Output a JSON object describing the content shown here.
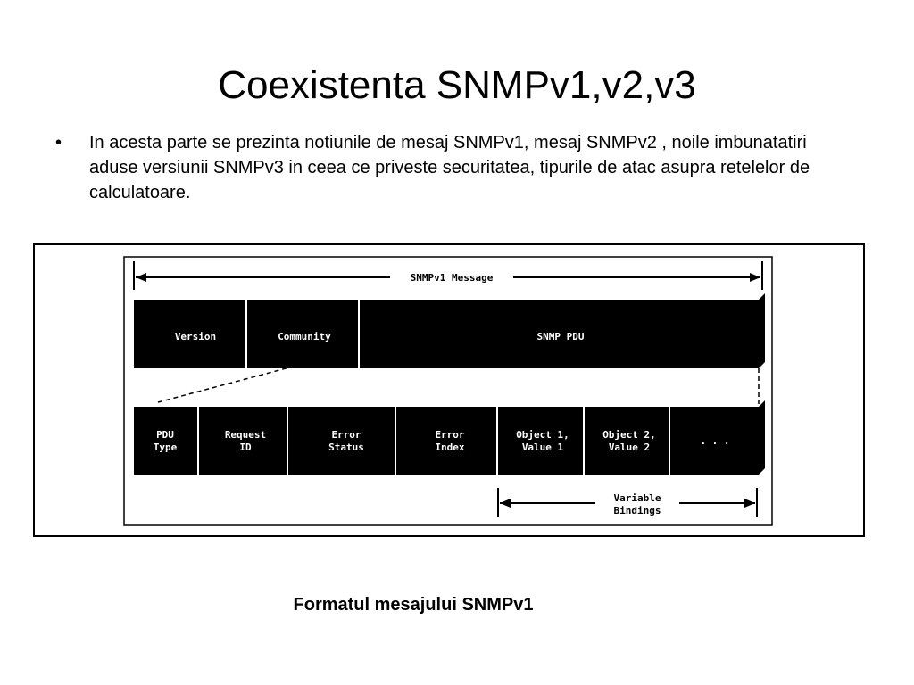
{
  "slide": {
    "title": "Coexistenta SNMPv1,v2,v3",
    "bullet_symbol": "•",
    "bullet_text": "In acesta parte se prezinta notiunile de mesaj SNMPv1,  mesaj SNMPv2 , noile imbunatatiri aduse versiunii SNMPv3 in ceea ce priveste securitatea, tipurile de atac asupra retelelor de calculatoare.",
    "caption": "Formatul mesajului SNMPv1"
  },
  "diagram": {
    "message_label": "SNMPv1 Message",
    "top_fields": [
      "Version",
      "Community",
      "SNMP  PDU"
    ],
    "pdu_fields": [
      [
        "PDU",
        "Type"
      ],
      [
        "Request",
        "ID"
      ],
      [
        "Error",
        "Status"
      ],
      [
        "Error",
        "Index"
      ],
      [
        "Object 1,",
        "Value 1"
      ],
      [
        "Object 2,",
        "Value 2"
      ],
      [
        ". . ."
      ]
    ],
    "bindings_label": [
      "Variable",
      "Bindings"
    ],
    "colors": {
      "field_fill": "#000000",
      "field_text": "#ffffff",
      "line": "#000000"
    }
  }
}
